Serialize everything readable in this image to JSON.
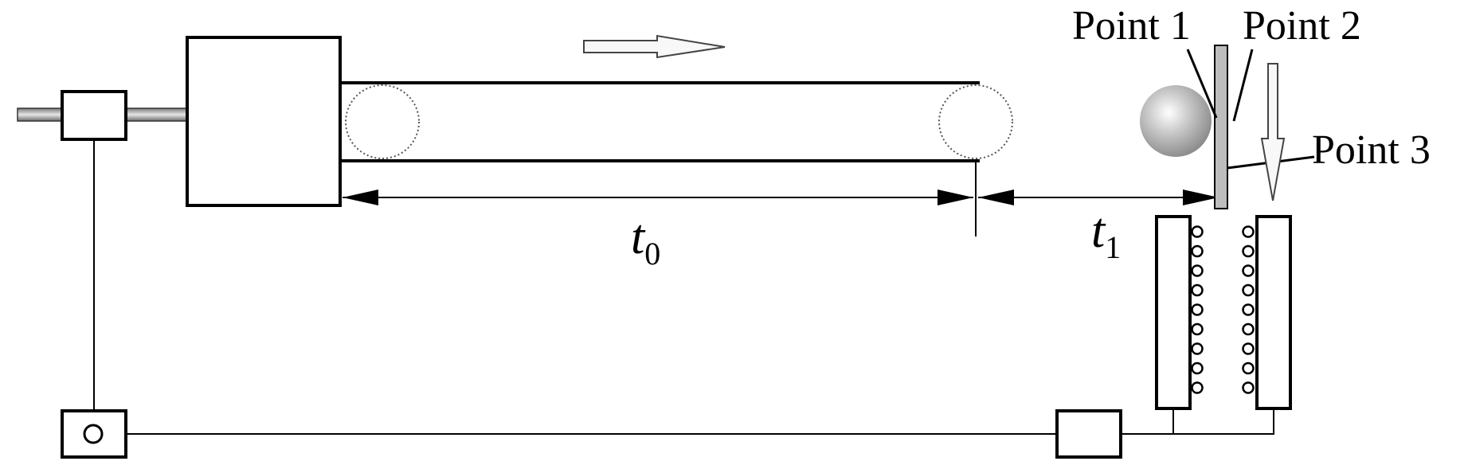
{
  "labels": {
    "point1": "Point 1",
    "point2": "Point 2",
    "point3": "Point 3",
    "t0_var": "t",
    "t0_sub": "0",
    "t1_var": "t",
    "t1_sub": "1"
  }
}
